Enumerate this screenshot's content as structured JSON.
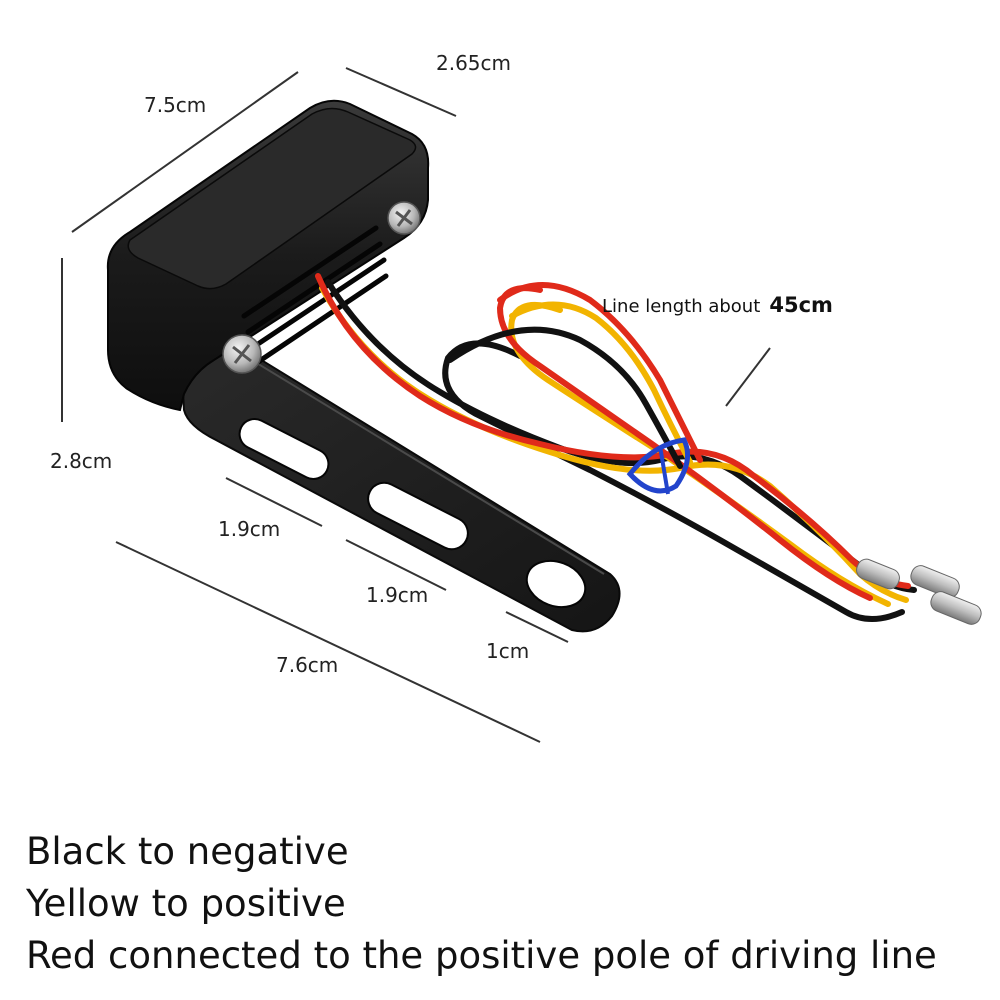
{
  "dimensions": {
    "length_top": "7.5cm",
    "width_top": "2.65cm",
    "height_side": "2.8cm",
    "slot_1": "1.9cm",
    "slot_2": "1.9cm",
    "hole": "1cm",
    "bracket_length": "7.6cm"
  },
  "wire_length": {
    "prefix": "Line length about",
    "value": "45cm"
  },
  "wiring_notes": [
    "Black to negative",
    "Yellow to positive",
    "Red connected to the positive pole of driving line"
  ],
  "colors": {
    "housing": "#161616",
    "wire_red": "#e02a1a",
    "wire_yellow": "#f2b400",
    "wire_black": "#111111",
    "zip_tie": "#2244cc",
    "dimension_line": "#333333"
  }
}
